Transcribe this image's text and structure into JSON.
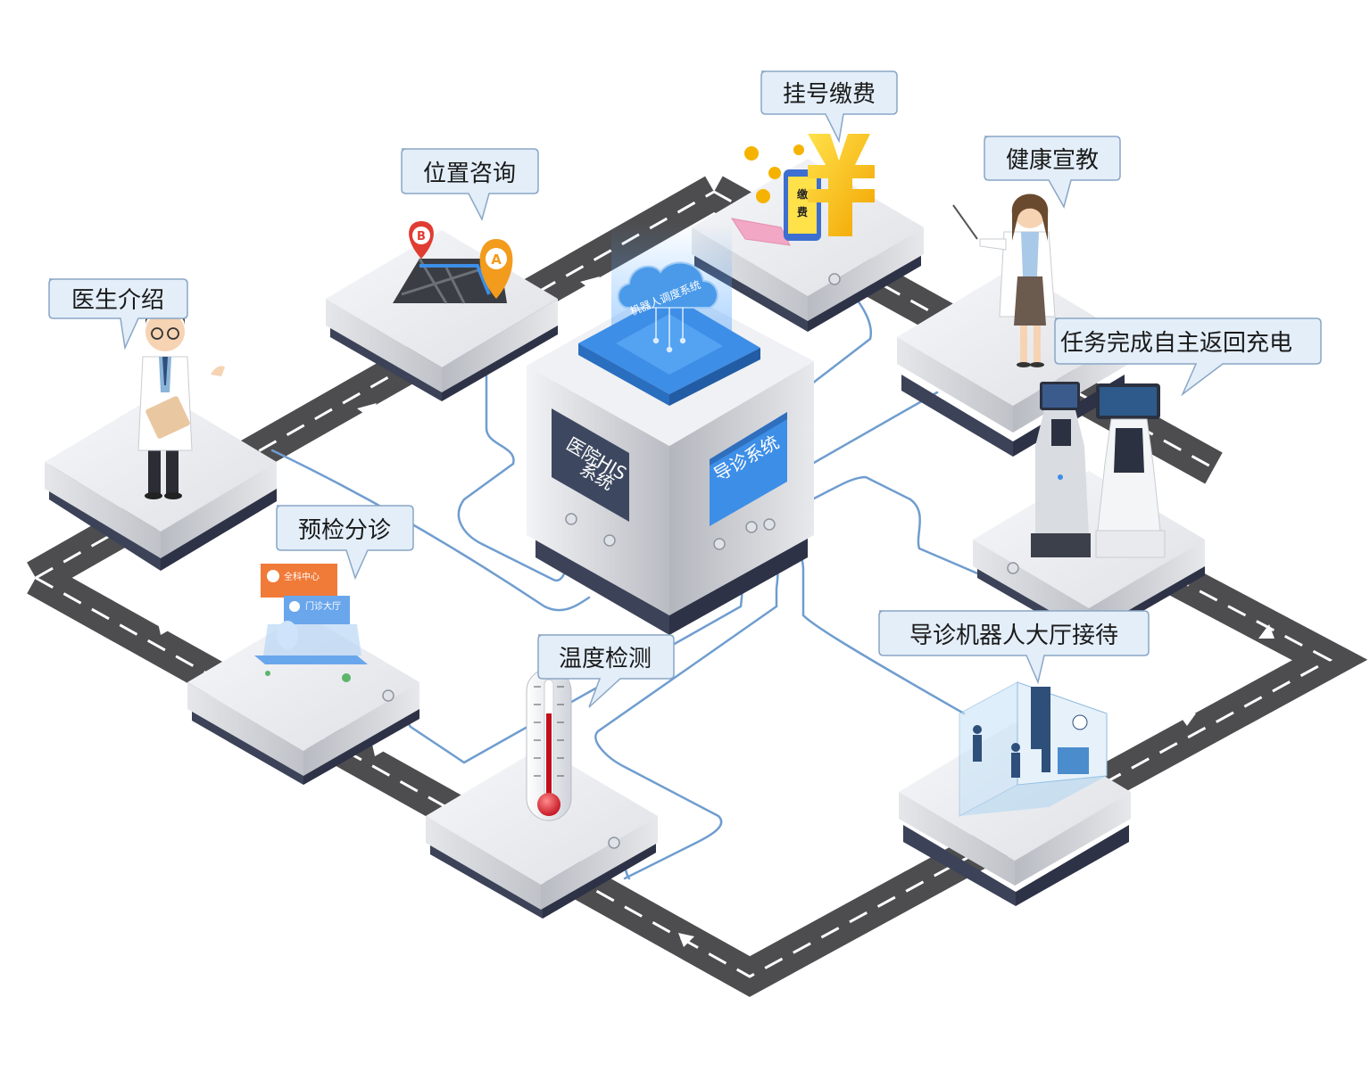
{
  "nodes": {
    "doctor_intro": "医生介绍",
    "location_query": "位置咨询",
    "registration_payment": "挂号缴费",
    "health_education": "健康宣教",
    "auto_recharge": "任务完成自主返回充电",
    "pre_triage": "预检分诊",
    "temperature_check": "温度检测",
    "hall_reception": "导诊机器人大厅接待"
  },
  "center": {
    "dispatch_system": "机器人调度系统",
    "his_line1": "医院HIS",
    "his_line2": "系统",
    "guide_system": "导诊系统"
  },
  "props": {
    "marker_b": "B",
    "marker_a": "A",
    "pay_char1": "缴",
    "pay_char2": "费",
    "card_top": "全科中心",
    "card_bottom": "门诊大厅"
  },
  "colors": {
    "road": "#4d4d4f",
    "platform_top": "#eeeff2",
    "platform_side": "#c9ccd3",
    "platform_base": "#3c4257",
    "cable": "#6f9dcf",
    "callout_fill": "#e3eef9",
    "callout_stroke": "#8aa6c6",
    "screen": "#3d4860",
    "cloud_blue": "#3d8ee6"
  }
}
